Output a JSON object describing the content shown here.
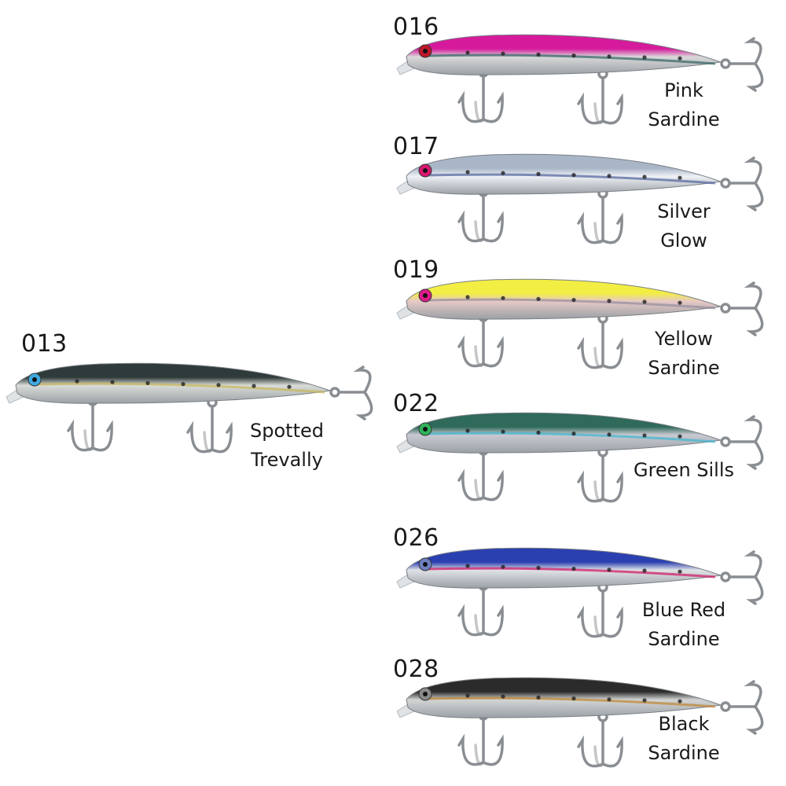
{
  "lures": [
    {
      "code": "013",
      "name": "Spotted\nTrevally",
      "back": "#2f3b3a",
      "belly": "#d9dcd8",
      "accent": "#c8b860",
      "eye": "#3fa9e0"
    },
    {
      "code": "016",
      "name": "Pink\nSardine",
      "back": "#d61a9c",
      "belly": "#d8d8d8",
      "accent": "#3a6a6a",
      "eye": "#c0182a"
    },
    {
      "code": "017",
      "name": "Silver\nGlow",
      "back": "#a9b6c8",
      "belly": "#eef1f6",
      "accent": "#5a6aa0",
      "eye": "#d81870"
    },
    {
      "code": "019",
      "name": "Yellow\nSardine",
      "back": "#f2ee44",
      "belly": "#e6c9c6",
      "accent": "#9a90a0",
      "eye": "#e01a8a"
    },
    {
      "code": "022",
      "name": "Green Sills",
      "back": "#2f6a5a",
      "belly": "#c9c9d2",
      "accent": "#46b7d0",
      "eye": "#2fb25a"
    },
    {
      "code": "026",
      "name": "Blue Red\nSardine",
      "back": "#2a3fb0",
      "belly": "#e0e2e6",
      "accent": "#d0206a",
      "eye": "#6d7fc0"
    },
    {
      "code": "028",
      "name": "Black\nSardine",
      "back": "#2b2b2b",
      "belly": "#d3d5d5",
      "accent": "#c08a3a",
      "eye": "#8a8a8a"
    }
  ]
}
